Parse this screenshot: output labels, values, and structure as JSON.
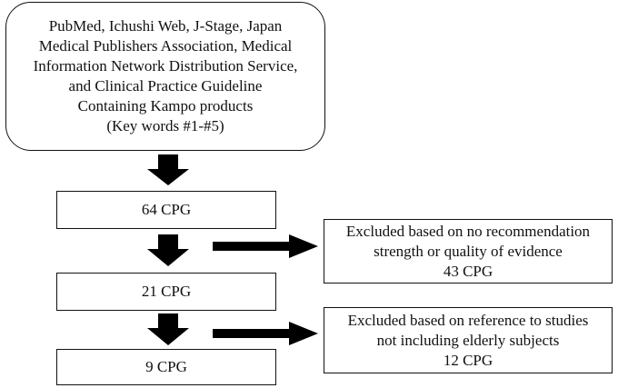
{
  "source": {
    "lines": [
      "PubMed, Ichushi Web, J-Stage, Japan",
      "Medical Publishers Association, Medical",
      "Information Network Distribution Service,",
      "and Clinical Practice Guideline",
      "Containing Kampo products",
      "(Key words #1-#5)"
    ]
  },
  "steps": [
    {
      "label": "64 CPG"
    },
    {
      "label": "21 CPG"
    },
    {
      "label": "9 CPG"
    }
  ],
  "exclusions": [
    {
      "lines": [
        "Excluded based on no recommendation",
        "strength or quality of evidence",
        "43 CPG"
      ]
    },
    {
      "lines": [
        "Excluded based on reference to studies",
        "not including elderly subjects",
        "12 CPG"
      ]
    }
  ]
}
